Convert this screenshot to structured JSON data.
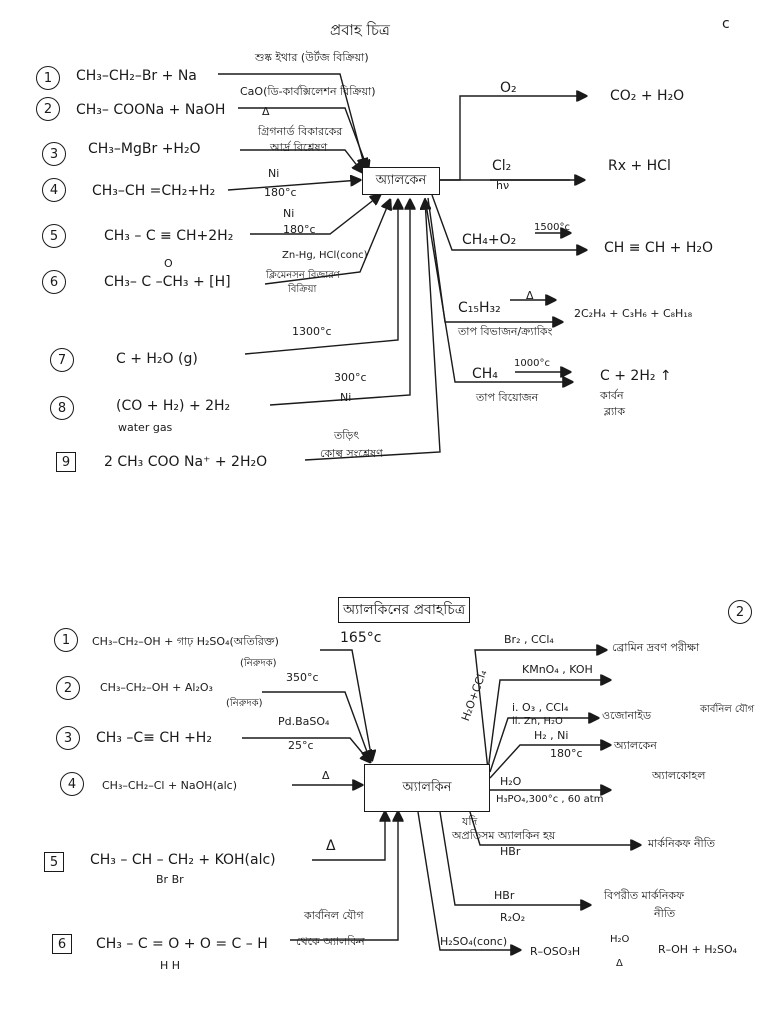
{
  "page1": {
    "title": "প্রবাহ চিত্র",
    "page_no": "c",
    "center": "অ্যালকেন",
    "inputs": [
      {
        "num": "1",
        "formula": "CH₃–CH₂–Br + Na",
        "cond": "শুষ্ক ইথার (উর্টজ বিক্রিয়া)"
      },
      {
        "num": "2",
        "formula": "CH₃– COONa + NaOH",
        "cond": "CaO(ডি-কার্বক্সিলেশন বিক্রিয়া)",
        "cond2": "Δ"
      },
      {
        "num": "3",
        "formula": "CH₃–MgBr +H₂O",
        "cond": "গ্রিগনার্ড বিকারকের",
        "cond2": "আর্দ্র বিশ্লেষণ"
      },
      {
        "num": "4",
        "formula": "CH₃–CH =CH₂+H₂",
        "cond": "Ni",
        "cond2": "180°c"
      },
      {
        "num": "5",
        "formula": "CH₃ – C ≡ CH+2H₂",
        "cond": "Ni",
        "cond2": "180°c"
      },
      {
        "num": "6",
        "formula": "CH₃– C –CH₃ + [H]",
        "extra": "O",
        "cond": "Zn-Hg, HCl(conc)",
        "cond2": "ক্লিমেনসন বিজারণ",
        "cond3": "বিক্রিয়া"
      },
      {
        "num": "7",
        "formula": "C + H₂O (g)",
        "cond": "1300°c"
      },
      {
        "num": "8",
        "formula": "(CO + H₂) + 2H₂",
        "sub": "water gas",
        "cond": "300°c",
        "cond2": "Ni"
      },
      {
        "num": "9",
        "formula": "2 CH₃ COO Na⁺ + 2H₂O",
        "cond": "তড়িৎ",
        "cond2": "কোল্ব সংশ্লেষণ"
      }
    ],
    "outputs": [
      {
        "reagent": "O₂",
        "product": "CO₂ + H₂O"
      },
      {
        "reagent": "Cl₂",
        "reagent2": "hν",
        "product": "Rx + HCl"
      },
      {
        "reagent": "CH₄+O₂",
        "cond": "1500°c",
        "product": "CH ≡ CH + H₂O"
      },
      {
        "reagent": "C₁₅H₃₂",
        "cond": "Δ",
        "reagent2": "তাপ বিভাজন/ক্র্যাকিং",
        "product": "2C₂H₄ + C₃H₆ + C₈H₁₈"
      },
      {
        "reagent": "CH₄",
        "cond": "1000°c",
        "reagent2": "তাপ বিয়োজন",
        "product": "C + 2H₂ ↑",
        "product2": "কার্বন",
        "product3": "ব্ল্যাক"
      }
    ]
  },
  "page2": {
    "title": "অ্যালকিনের প্রবাহচিত্র",
    "page_no": "2",
    "center": "অ্যালকিন",
    "inputs": [
      {
        "num": "1",
        "formula": "CH₃–CH₂–OH + গাঢ় H₂SO₄(অতিরিক্ত)",
        "cond": "165°c",
        "cond2": "(নিরুদক)"
      },
      {
        "num": "2",
        "formula": "CH₃–CH₂–OH + Al₂O₃",
        "cond": "350°c",
        "cond2": "(নিরুদক)"
      },
      {
        "num": "3",
        "formula": "CH₃ –C≡ CH +H₂",
        "cond": "Pd.BaSO₄",
        "cond2": "25°c"
      },
      {
        "num": "4",
        "formula": "CH₃–CH₂–Cl + NaOH(alc)",
        "cond": "Δ"
      },
      {
        "num": "5",
        "formula": "CH₃ – CH – CH₂ + KOH(alc)",
        "sub": "Br     Br",
        "cond": "Δ"
      },
      {
        "num": "6",
        "formula": "CH₃ – C = O + O = C – H",
        "sub": "H          H",
        "cond": "কার্বনিল যৌগ",
        "cond2": "থেকে অ্যালকিন"
      }
    ],
    "outputs": [
      {
        "reagent": "Br₂ , CCl₄",
        "product": "ব্রোমিন দ্রবণ পরীক্ষা"
      },
      {
        "reagent": "KMnO₄ , KOH",
        "product": ""
      },
      {
        "reagent": "i. O₃ , CCl₄",
        "reagent2": "ii. Zn, H₂O",
        "product": "ওজোনাইড",
        "product2": "কার্বনিল যৌগ"
      },
      {
        "reagent": "H₂ , Ni",
        "reagent2": "180°c",
        "product": "অ্যালকেন"
      },
      {
        "reagent": "H₂O",
        "reagent2": "H₃PO₄,300°c , 60 atm",
        "product": "অ্যালকোহল"
      },
      {
        "reagent": "যদি",
        "reagent2": "অপ্রতিসম অ্যালকিন হয়",
        "reagent3": "HBr",
        "product": "মার্কনিকফ নীতি"
      },
      {
        "reagent": "HBr",
        "reagent2": "R₂O₂",
        "product": "বিপরীত মার্কনিকফ",
        "product2": "নীতি"
      },
      {
        "reagent": "H₂SO₄(conc)",
        "product": "R–OSO₃H",
        "cond": "H₂O",
        "cond2": "Δ",
        "product2": "R–OH + H₂SO₄"
      }
    ],
    "side_label": "H₂O+CCl₄"
  }
}
